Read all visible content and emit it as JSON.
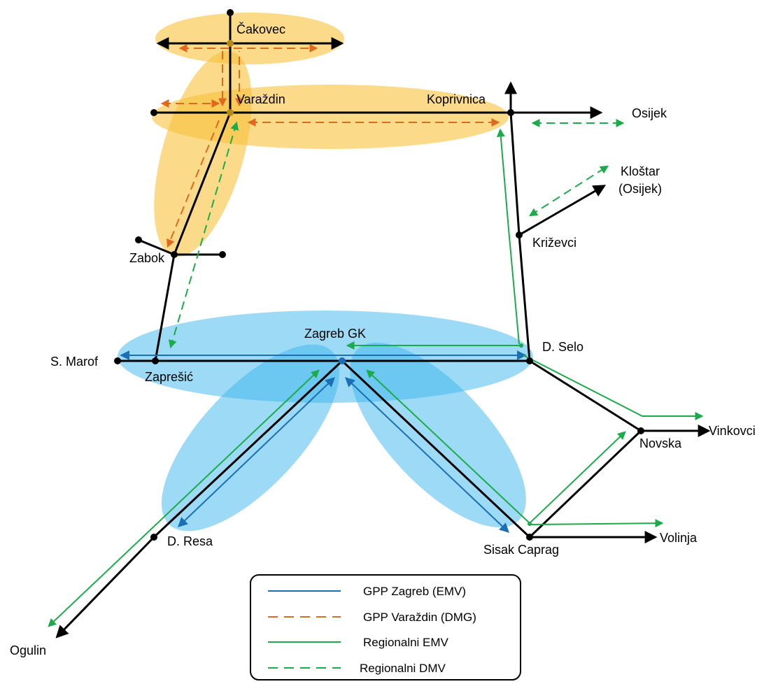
{
  "stations": {
    "cakovec": "Čakovec",
    "varazdin": "Varaždin",
    "koprivnica": "Koprivnica",
    "osijek": "Osijek",
    "klostar_line1": "Kloštar",
    "klostar_line2": "(Osijek)",
    "krizevci": "Križevci",
    "zabok": "Zabok",
    "zagreb_gk": "Zagreb GK",
    "d_selo": "D. Selo",
    "s_marof": "S. Marof",
    "zapresic": "Zaprešić",
    "vinkovci": "Vinkovci",
    "novska": "Novska",
    "d_resa": "D. Resa",
    "sisak_caprag": "Sisak Caprag",
    "volinja": "Volinja",
    "ogulin": "Ogulin"
  },
  "legend": [
    {
      "label": "GPP Zagreb (EMV)",
      "color": "#1a6fb5",
      "style": "solid"
    },
    {
      "label": "GPP Varaždin (DMG)",
      "color": "#e06a1b",
      "style": "dashed"
    },
    {
      "label": "Regionalni EMV",
      "color": "#1cab4a",
      "style": "solid"
    },
    {
      "label": "Regionalni DMV",
      "color": "#1cab4a",
      "style": "dashed"
    }
  ],
  "colors": {
    "track": "#000000",
    "varazdin_zone": "#f8c13a",
    "zagreb_zone": "#3bb5ec",
    "gpp_zagreb": "#1a6fb5",
    "gpp_varazdin": "#e06a1b",
    "regional": "#1cab4a"
  }
}
